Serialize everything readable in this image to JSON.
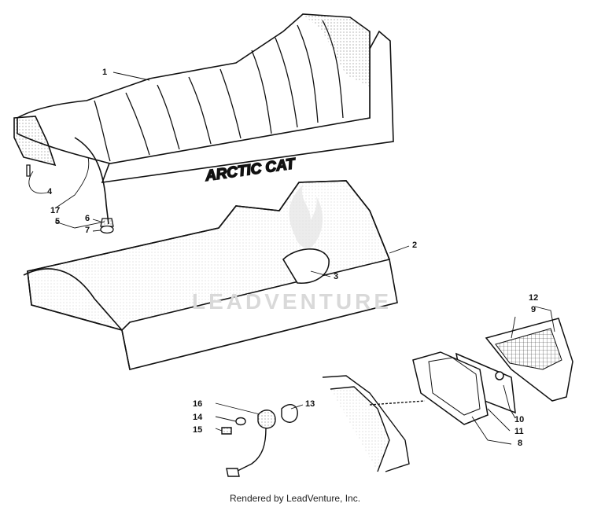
{
  "brand_text": "ARCTIC CAT",
  "watermark_text": "LEADVENTURE",
  "footer_text": "Rendered by LeadVenture, Inc.",
  "callouts": {
    "c1": "1",
    "c2": "2",
    "c3": "3",
    "c4": "4",
    "c5": "5",
    "c6": "6",
    "c7": "7",
    "c8": "8",
    "c9": "9",
    "c10": "10",
    "c11": "11",
    "c12": "12",
    "c13": "13",
    "c14": "14",
    "c15": "15",
    "c16": "16",
    "c17": "17"
  },
  "colors": {
    "line": "#111111",
    "fill": "#ffffff",
    "shade": "#cfcfcf",
    "watermark": "#d9d9d9"
  }
}
